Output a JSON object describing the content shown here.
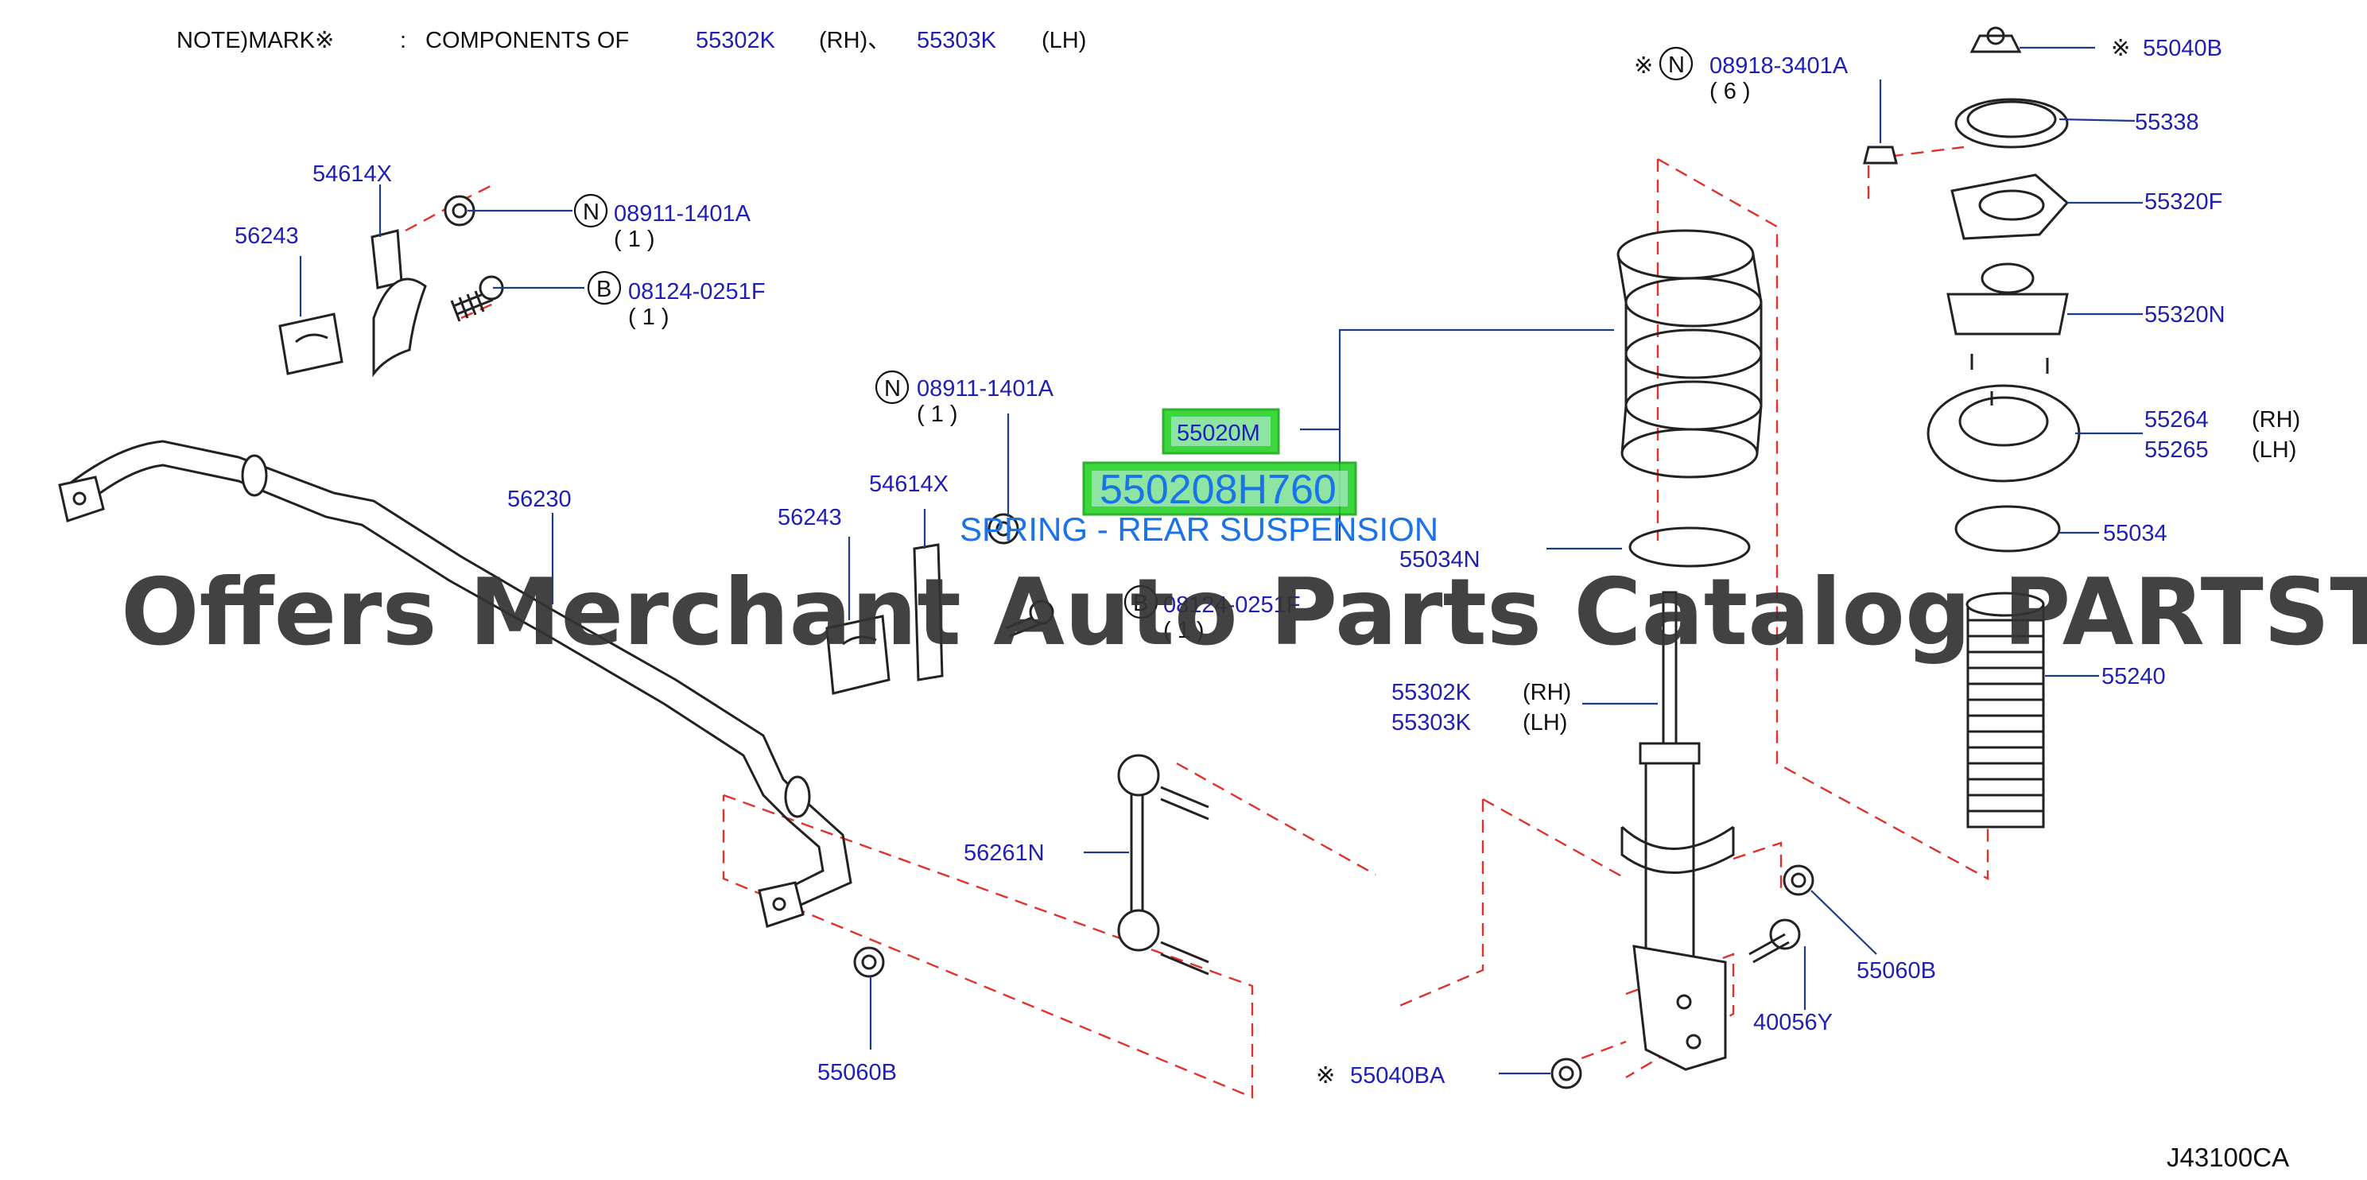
{
  "note": {
    "prefix": "NOTE)MARK※",
    "colon": ":",
    "text": "COMPONENTS OF",
    "pn1": "55302K",
    "rh": "(RH)、",
    "pn2": "55303K",
    "lh": "(LH)"
  },
  "mark": "※",
  "circle_n": "N",
  "circle_b": "B",
  "labels": {
    "p54614x_a": "54614X",
    "p56243_a": "56243",
    "p08911_a": "08911-1401A",
    "q1_a": "( 1 )",
    "p08124_a": "08124-0251F",
    "q1_b": "( 1 )",
    "p08911_b": "08911-1401A",
    "q1_c": "( 1 )",
    "p54614x_b": "54614X",
    "p56243_b": "56243",
    "p56230": "56230",
    "p08124_b": "08124-0251F",
    "q1_d": "( 1 )",
    "p56261n": "56261N",
    "p55060b_a": "55060B",
    "p55020m": "55020M",
    "p550208h760": "550208H760",
    "subtitle": "SPRING - REAR SUSPENSION",
    "p55034n": "55034N",
    "p55302k": "55302K",
    "rh": "(RH)",
    "p55303k": "55303K",
    "lh": "(LH)",
    "p08918": "08918-3401A",
    "q6": "( 6 )",
    "p55040b": "55040B",
    "p55338": "55338",
    "p55320f": "55320F",
    "p55320n": "55320N",
    "p55264": "55264",
    "rh2": "(RH)",
    "p55265": "55265",
    "lh2": "(LH)",
    "p55034": "55034",
    "p55240": "55240",
    "p55060b_b": "55060B",
    "p40056y": "40056Y",
    "p55040ba": "55040BA"
  },
  "watermark": "Offers Merchant Auto Parts Catalog PARTSTORE.SA",
  "diagram_code": "J43100CA",
  "colors": {
    "part_number": "#1f1fb4",
    "highlight": "#1bd11b",
    "subtitle": "#1a73e8",
    "dashed_line": "#e0322c",
    "watermark": "#333333"
  }
}
